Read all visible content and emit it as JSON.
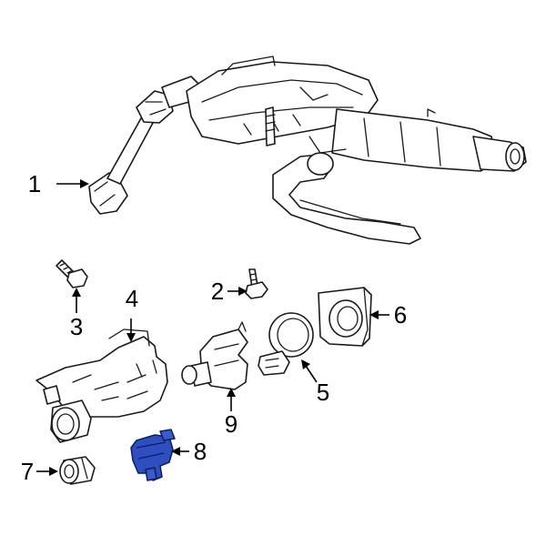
{
  "diagram": {
    "highlight_color": "#2f4fc0",
    "line_color": "#1a1a1a",
    "callouts": [
      {
        "id": "1",
        "label": "1"
      },
      {
        "id": "2",
        "label": "2"
      },
      {
        "id": "3",
        "label": "3"
      },
      {
        "id": "4",
        "label": "4"
      },
      {
        "id": "5",
        "label": "5"
      },
      {
        "id": "6",
        "label": "6"
      },
      {
        "id": "7",
        "label": "7"
      },
      {
        "id": "8",
        "label": "8"
      },
      {
        "id": "9",
        "label": "9"
      }
    ],
    "highlighted_part": "8"
  }
}
